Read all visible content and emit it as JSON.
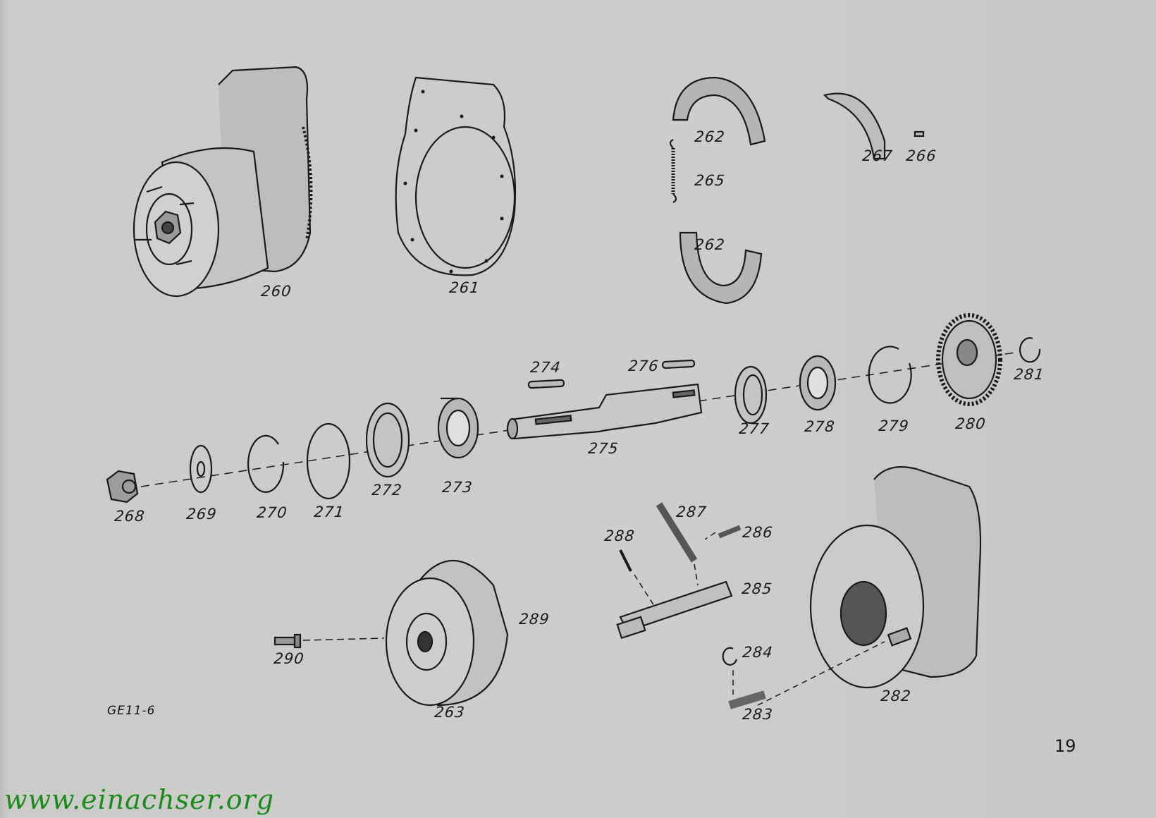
{
  "document": {
    "drawing_code": "GE11-6",
    "page_number": "19",
    "website": "www.einachser.org"
  },
  "parts": {
    "p260": "260",
    "p261": "261",
    "p262a": "262",
    "p265": "265",
    "p262b": "262",
    "p267": "267",
    "p266": "266",
    "p274": "274",
    "p276": "276",
    "p275": "275",
    "p277": "277",
    "p278": "278",
    "p279": "279",
    "p280": "280",
    "p281": "281",
    "p268": "268",
    "p269": "269",
    "p270": "270",
    "p271": "271",
    "p272": "272",
    "p273": "273",
    "p287": "287",
    "p286": "286",
    "p288": "288",
    "p285": "285",
    "p289": "289",
    "p290": "290",
    "p284": "284",
    "p283": "283",
    "p282": "282",
    "p263": "263"
  }
}
